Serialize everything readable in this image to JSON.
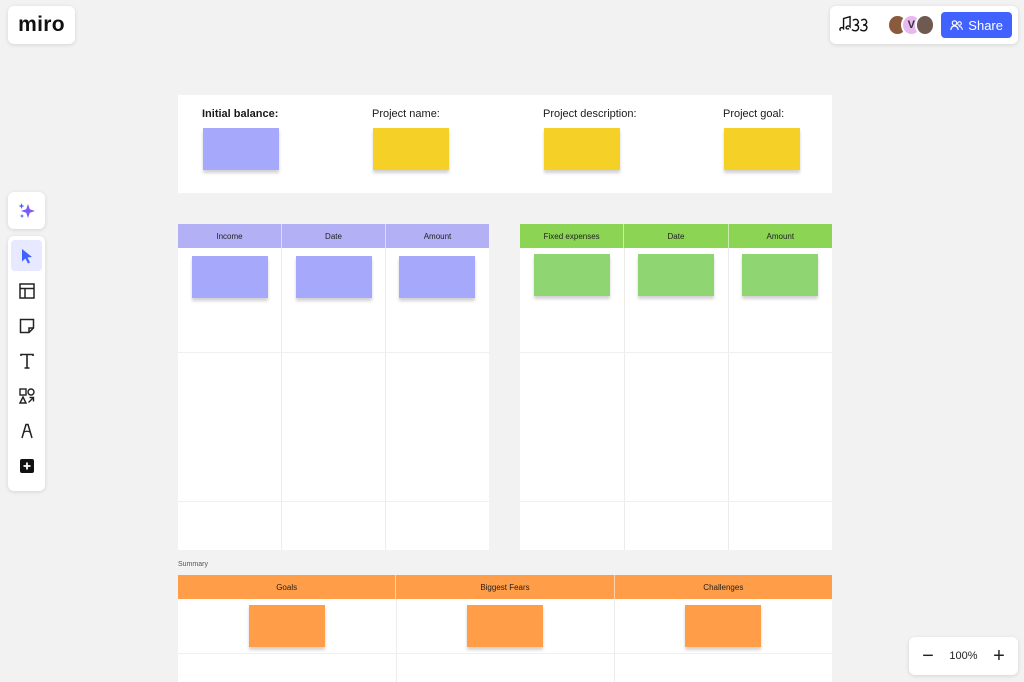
{
  "app": {
    "logo_text": "miro"
  },
  "header": {
    "share_label": "Share",
    "avatars": [
      {
        "initial": ""
      },
      {
        "initial": "V"
      },
      {
        "initial": ""
      }
    ]
  },
  "toolbar": {
    "tools": [
      "select",
      "templates",
      "sticky-note",
      "text",
      "shapes",
      "pen",
      "add"
    ]
  },
  "zoom": {
    "value": "100%",
    "minus": "−",
    "plus": "+"
  },
  "colors": {
    "accent": "#4262ff",
    "purple": "#a6a9fb",
    "yellow": "#f5d128",
    "green": "#8fd672",
    "orange": "#ff9d48",
    "purple_header": "#b4b0f5",
    "green_header": "#8cd454",
    "orange_header": "#ff9d48"
  },
  "board": {
    "top_fields": {
      "initial_balance": "Initial balance:",
      "project_name": "Project name:",
      "project_description": "Project description:",
      "project_goal": "Project goal:"
    },
    "income_table": {
      "headers": [
        "Income",
        "Date",
        "Amount"
      ]
    },
    "expenses_table": {
      "headers": [
        "Fixed expenses",
        "Date",
        "Amount"
      ]
    },
    "summary_label": "Summary",
    "summary_table": {
      "headers": [
        "Goals",
        "Biggest Fears",
        "Challenges"
      ]
    }
  }
}
